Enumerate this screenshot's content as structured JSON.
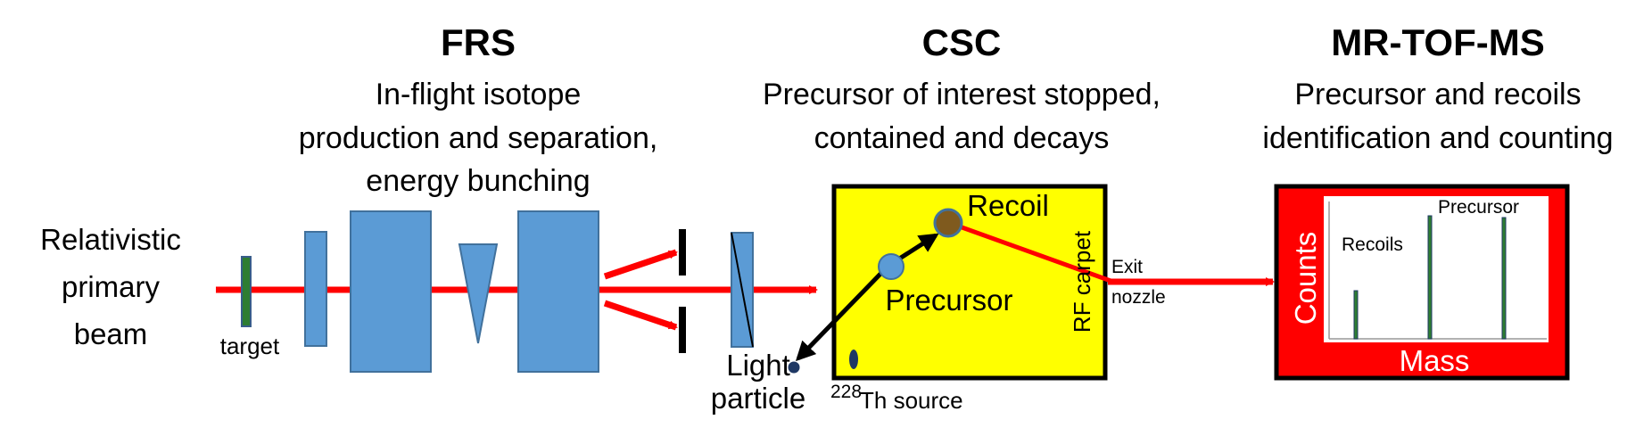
{
  "sections": {
    "frs": {
      "title": "FRS",
      "desc": [
        "In-flight isotope",
        "production and separation,",
        "energy bunching"
      ]
    },
    "csc": {
      "title": "CSC",
      "desc": [
        "Precursor of interest stopped,",
        "contained and decays"
      ]
    },
    "mrtof": {
      "title": "MR-TOF-MS",
      "desc": [
        "Precursor and recoils",
        "identification and counting"
      ]
    }
  },
  "beam_label": [
    "Relativistic",
    "primary",
    "beam"
  ],
  "labels": {
    "target": "target",
    "light_particle": [
      "Light",
      "particle"
    ],
    "source_superscript": "228",
    "source": "Th source",
    "recoil": "Recoil",
    "precursor": "Precursor",
    "rf_carpet": "RF carpet",
    "exit_nozzle": [
      "Exit",
      "nozzle"
    ]
  },
  "spectrum": {
    "ylabel": "Counts",
    "xlabel": "Mass",
    "peak_labels": {
      "recoils": "Recoils",
      "precursor": "Precursor"
    }
  },
  "colors": {
    "beam": "#ff0000",
    "element": "#5b9bd5",
    "csc_fill": "#ffff00",
    "mrtof_fill": "#ff0000",
    "recoil_dot": "#7f5a1e",
    "precursor_dot": "#5b9bd5",
    "peak": "#2e7d32"
  }
}
